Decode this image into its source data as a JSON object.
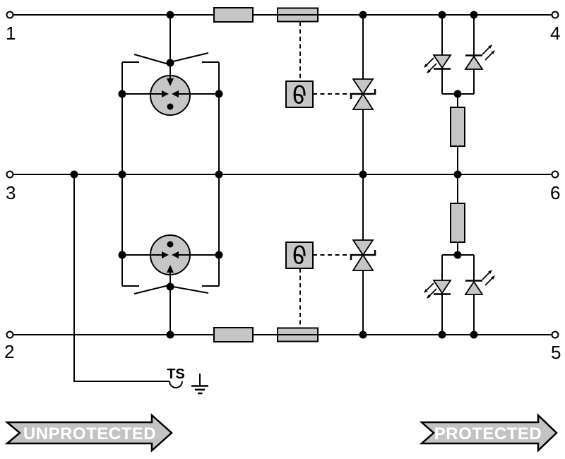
{
  "diagram": {
    "terminals": {
      "t1": "1",
      "t2": "2",
      "t3": "3",
      "t4": "4",
      "t5": "5",
      "t6": "6"
    },
    "labels": {
      "ts": "TS",
      "thermal_symbol": "ϑ"
    },
    "banners": {
      "unprotected": "UNPROTECTED",
      "protected": "PROTECTED"
    },
    "colors": {
      "line": "#000000",
      "component_fill": "#c6c6c6",
      "banner_fill": "#c3c3c3",
      "banner_text": "#ffffff",
      "background": "#ffffff"
    }
  }
}
